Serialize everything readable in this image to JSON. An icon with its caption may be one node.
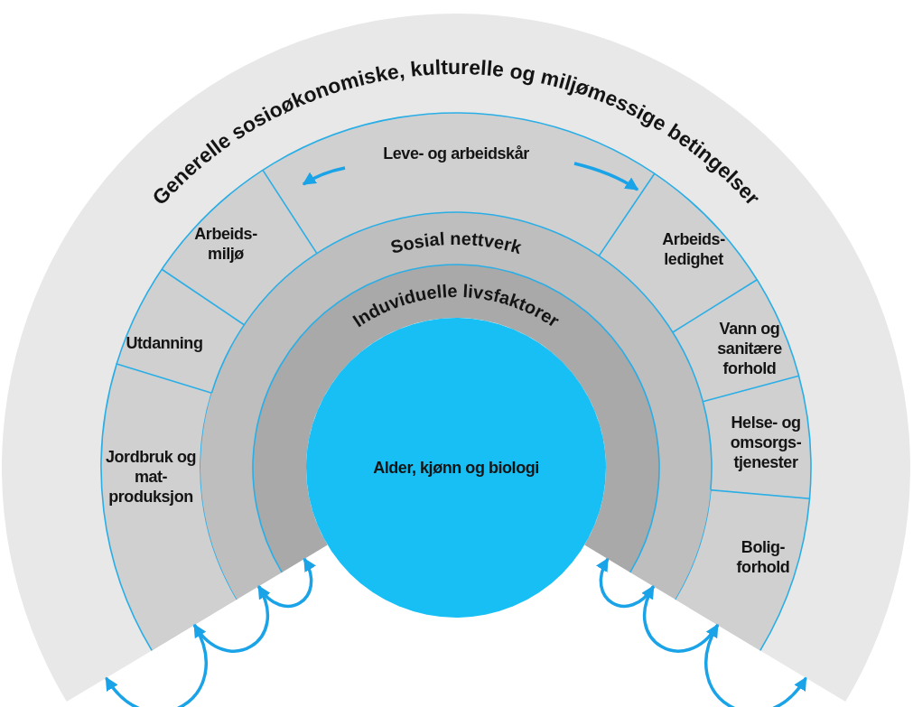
{
  "diagram": {
    "nodes": [
      {
        "text": [
          "Generelle sosioøkonomiske, kulturelle og miljømessige betingelser"
        ]
      },
      {
        "text": [
          "Leve- og arbeidskår"
        ]
      },
      {
        "text": [
          "Arbeids- miljø"
        ]
      },
      {
        "text": [
          "Arbeids- ledighet"
        ]
      },
      {
        "text": [
          "Utdanning"
        ]
      },
      {
        "text": [
          "Vann og sanitære forhold"
        ]
      },
      {
        "text": [
          "Jordbruk og mat- produksjon"
        ]
      },
      {
        "text": [
          "Helse- og omsorgs- tjenester"
        ]
      },
      {
        "text": [
          "Bolig- forhold"
        ]
      },
      {
        "text": [
          "Sosial nettverk"
        ]
      },
      {
        "text": [
          "Induviduelle livsfaktorer"
        ]
      },
      {
        "text": [
          "Alder, kjønn og biologi"
        ]
      }
    ],
    "edges": [
      {
        "from": 0,
        "to": 6,
        "arrow": "both"
      },
      {
        "from": 6,
        "to": 9,
        "arrow": "to"
      },
      {
        "from": 9,
        "to": 10,
        "arrow": "to"
      },
      {
        "from": 10,
        "to": 9,
        "arrow": "both"
      },
      {
        "from": 9,
        "to": 8,
        "arrow": "to"
      },
      {
        "from": 8,
        "to": 0,
        "arrow": "to"
      }
    ]
  }
}
